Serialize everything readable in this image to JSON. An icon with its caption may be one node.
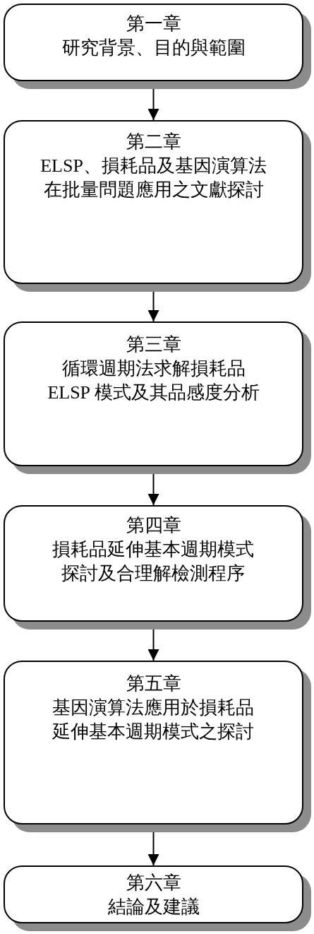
{
  "diagram": {
    "nodes": [
      {
        "text": [
          "第一章",
          "研究背景、目的與範圍"
        ]
      },
      {
        "text": [
          "第二章",
          "ELSP、損耗品及基因演算法在批量問題應用之文獻探討"
        ]
      },
      {
        "text": [
          "第三章",
          "循環週期法求解損耗品ELSP 模式及其品感度分析"
        ]
      },
      {
        "text": [
          "第四章",
          "損耗品延伸基本週期模式探討及合理解檢測程序"
        ]
      },
      {
        "text": [
          "第五章",
          "基因演算法應用於損耗品延伸基本週期模式之探討"
        ]
      },
      {
        "text": [
          "第六章",
          "結論及建議"
        ]
      }
    ],
    "edges": [
      {
        "from": 0,
        "to": 1,
        "arrow": "to"
      },
      {
        "from": 1,
        "to": 2,
        "arrow": "to"
      },
      {
        "from": 2,
        "to": 3,
        "arrow": "to"
      },
      {
        "from": 3,
        "to": 4,
        "arrow": "to"
      },
      {
        "from": 4,
        "to": 5,
        "arrow": "to"
      }
    ]
  }
}
